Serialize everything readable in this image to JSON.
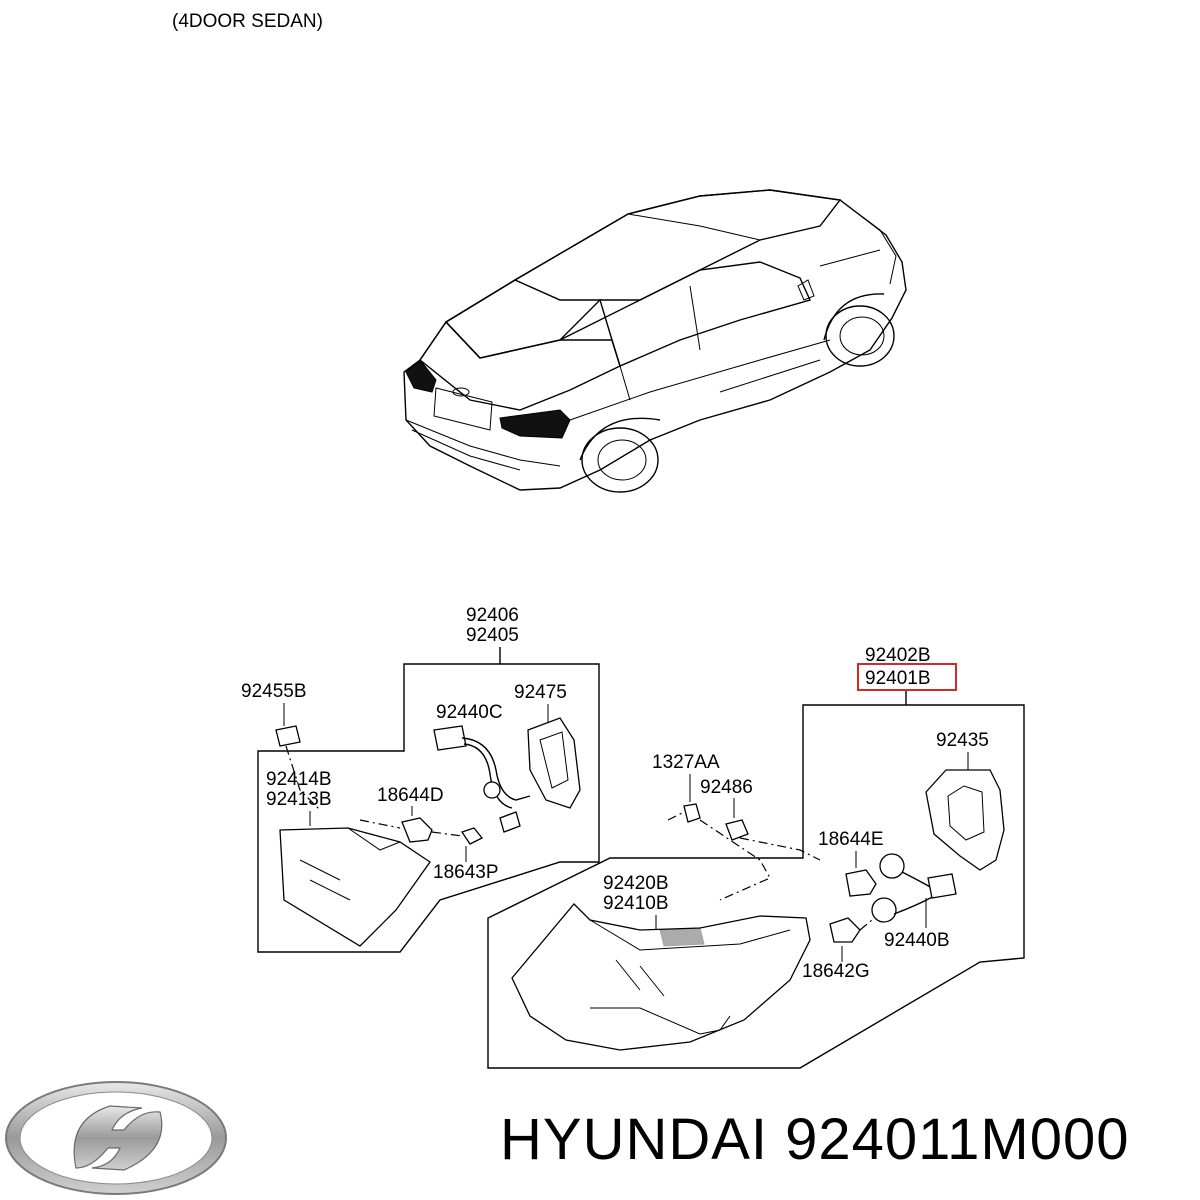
{
  "header": {
    "title": "(4DOOR SEDAN)"
  },
  "brand": {
    "name": "HYUNDAI",
    "part_number": "924011M000"
  },
  "labels": {
    "p92406": "92406",
    "p92405": "92405",
    "p92455B": "92455B",
    "p92440C": "92440C",
    "p92475": "92475",
    "p92414B": "92414B",
    "p92413B": "92413B",
    "p18644D": "18644D",
    "p18643P": "18643P",
    "p92402B": "92402B",
    "p92401B": "92401B",
    "p92435": "92435",
    "p1327AA": "1327AA",
    "p92486": "92486",
    "p18644E": "18644E",
    "p92420B": "92420B",
    "p92410B": "92410B",
    "p92440B": "92440B",
    "p18642G": "18642G"
  },
  "colors": {
    "highlight": "#d22a2a",
    "ink": "#000000"
  }
}
